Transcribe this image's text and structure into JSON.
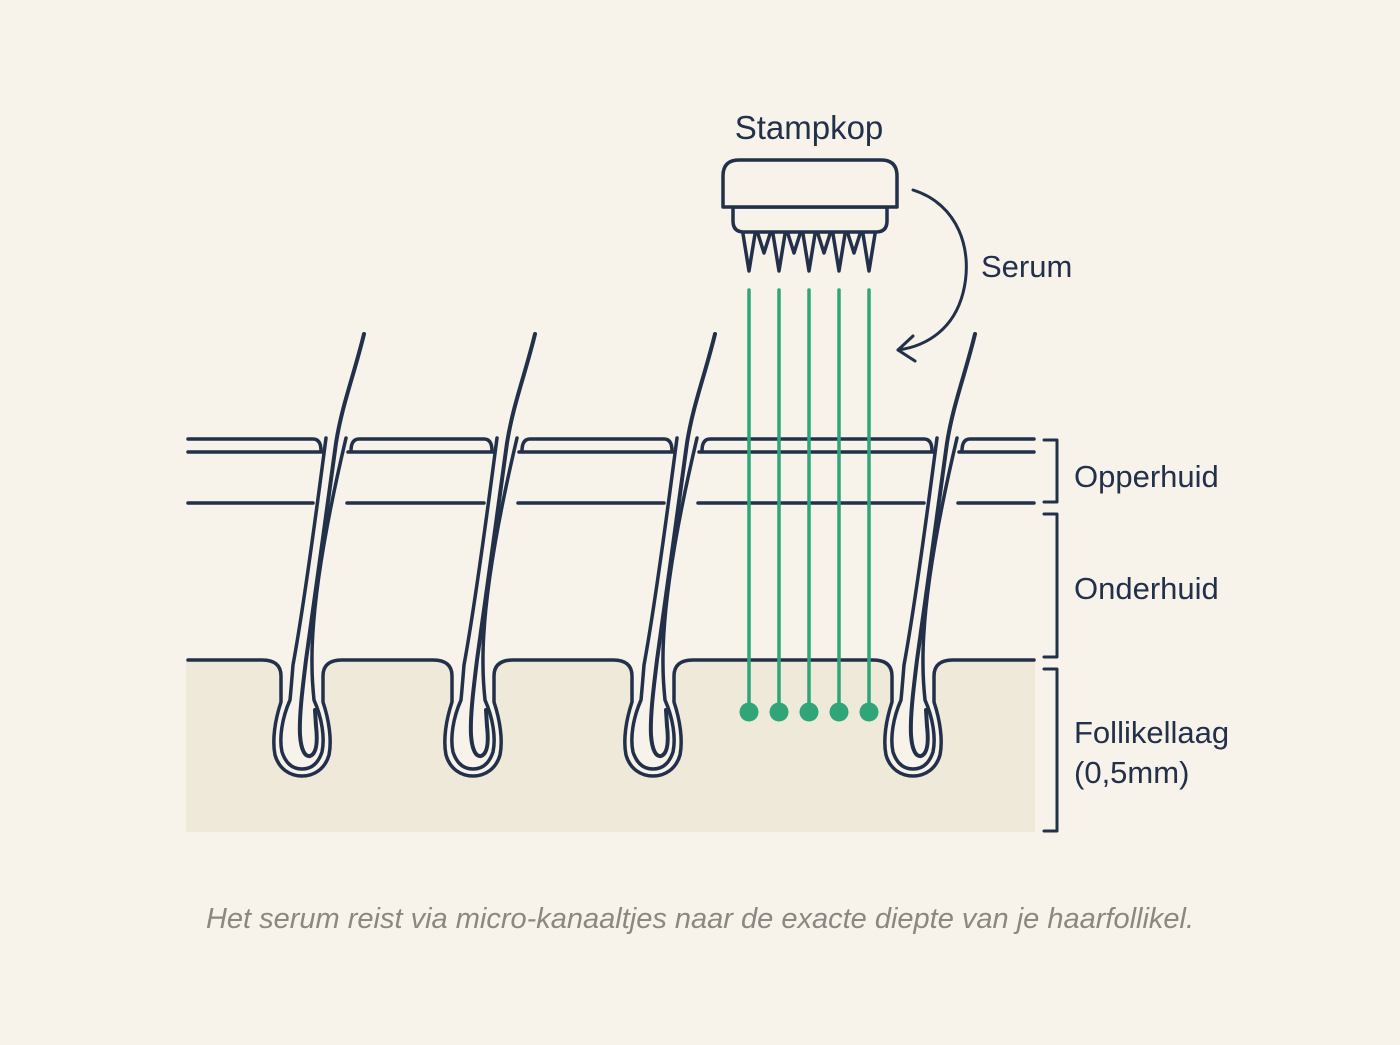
{
  "diagram": {
    "title": "Stampkop",
    "device": {
      "name": "stamp-head",
      "needle_count": 9
    },
    "serum": {
      "label": "Serum",
      "channel_count": 5,
      "dot_count": 5
    },
    "layers": [
      {
        "id": "opperhuid",
        "label": "Opperhuid"
      },
      {
        "id": "onderhuid",
        "label": "Onderhuid"
      },
      {
        "id": "follikellaag",
        "label": "Follikellaag",
        "sublabel": "(0,5mm)"
      }
    ],
    "hair_follicle_count": 4,
    "caption": "Het serum reist via micro-kanaaltjes naar de exacte diepte van je haarfollikel.",
    "colors": {
      "background": "#f7f2ea",
      "follicle_band": "#efe9da",
      "ink": "#22304a",
      "serum_green": "#2fa578",
      "caption_gray": "#8b8781"
    }
  }
}
